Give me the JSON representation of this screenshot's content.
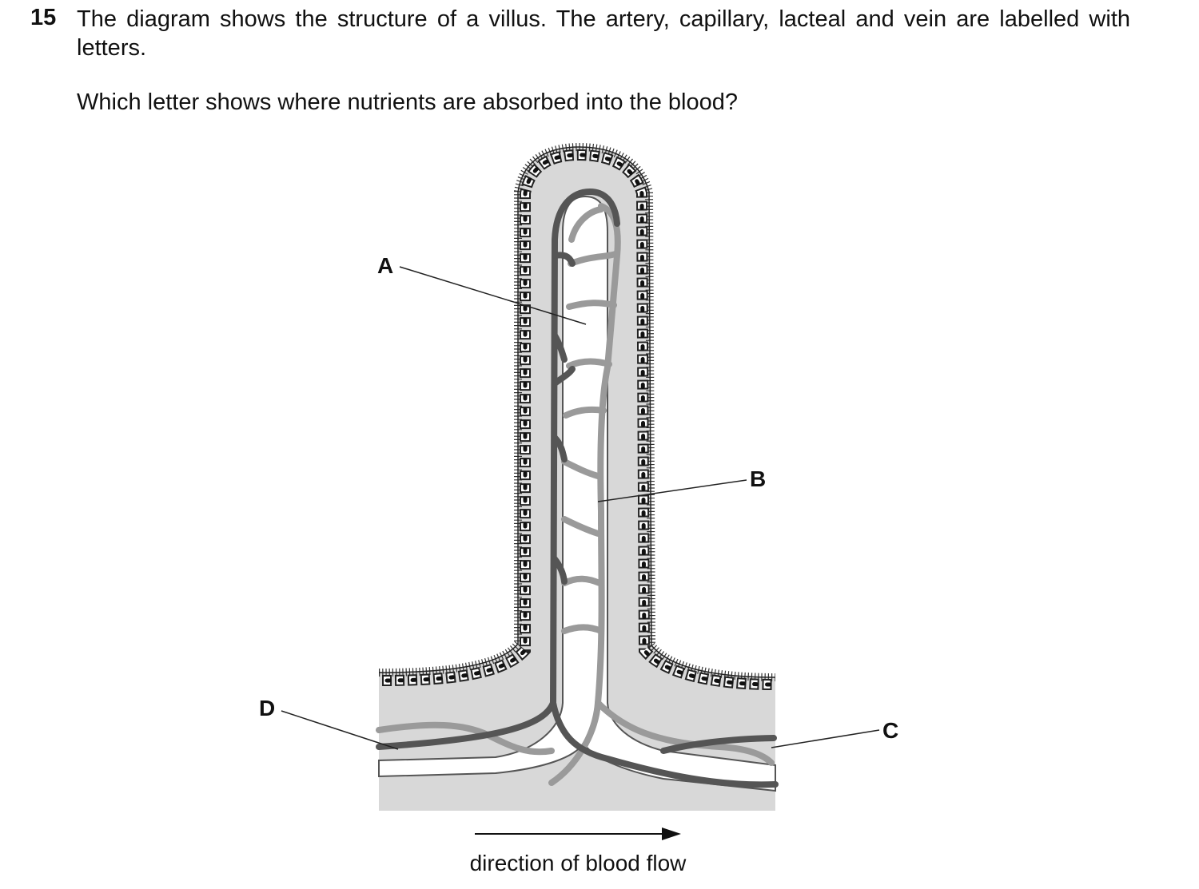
{
  "question": {
    "number": "15",
    "text": "The diagram shows the structure of a villus. The artery, capillary, lacteal and vein are labelled with letters.",
    "prompt": "Which letter shows where nutrients are absorbed into the blood?"
  },
  "diagram": {
    "labels": {
      "a": "A",
      "b": "B",
      "c": "C",
      "d": "D"
    },
    "flow_caption": "direction of blood flow",
    "colors": {
      "tissue": "#d8d8d8",
      "lacteal": "#ffffff",
      "artery": "#555555",
      "capillary": "#9a9a9a",
      "outline": "#222222"
    }
  }
}
